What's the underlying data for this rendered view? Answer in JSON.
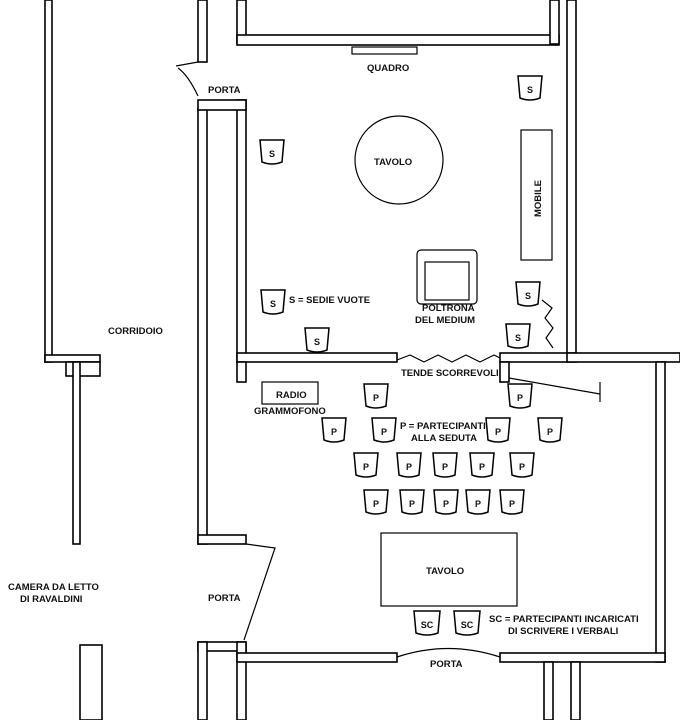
{
  "labels": {
    "porta_top": "PORTA",
    "quadro": "QUADRO",
    "tavolo_round": "TAVOLO",
    "mobile": "MOBILE",
    "sedie_legend": "S = SEDIE VUOTE",
    "poltrona_1": "POLTRONA",
    "poltrona_2": "DEL MEDIUM",
    "corridoio": "CORRIDOIO",
    "tende": "TENDE SCORREVOLI",
    "radio": "RADIO",
    "grammofono": "GRAMMOFONO",
    "partecipanti_1": "P = PARTECIPANTI",
    "partecipanti_2": "ALLA SEDUTA",
    "camera_1": "CAMERA DA LETTO",
    "camera_2": "DI RAVALDINI",
    "porta_left": "PORTA",
    "tavolo_rect": "TAVOLO",
    "sc_1": "SC = PARTECIPANTI INCARICATI",
    "sc_2": "DI SCRIVERE I VERBALI",
    "porta_bottom": "PORTA"
  },
  "chairs": {
    "empty": "S",
    "participant": "P",
    "scribe": "SC"
  }
}
